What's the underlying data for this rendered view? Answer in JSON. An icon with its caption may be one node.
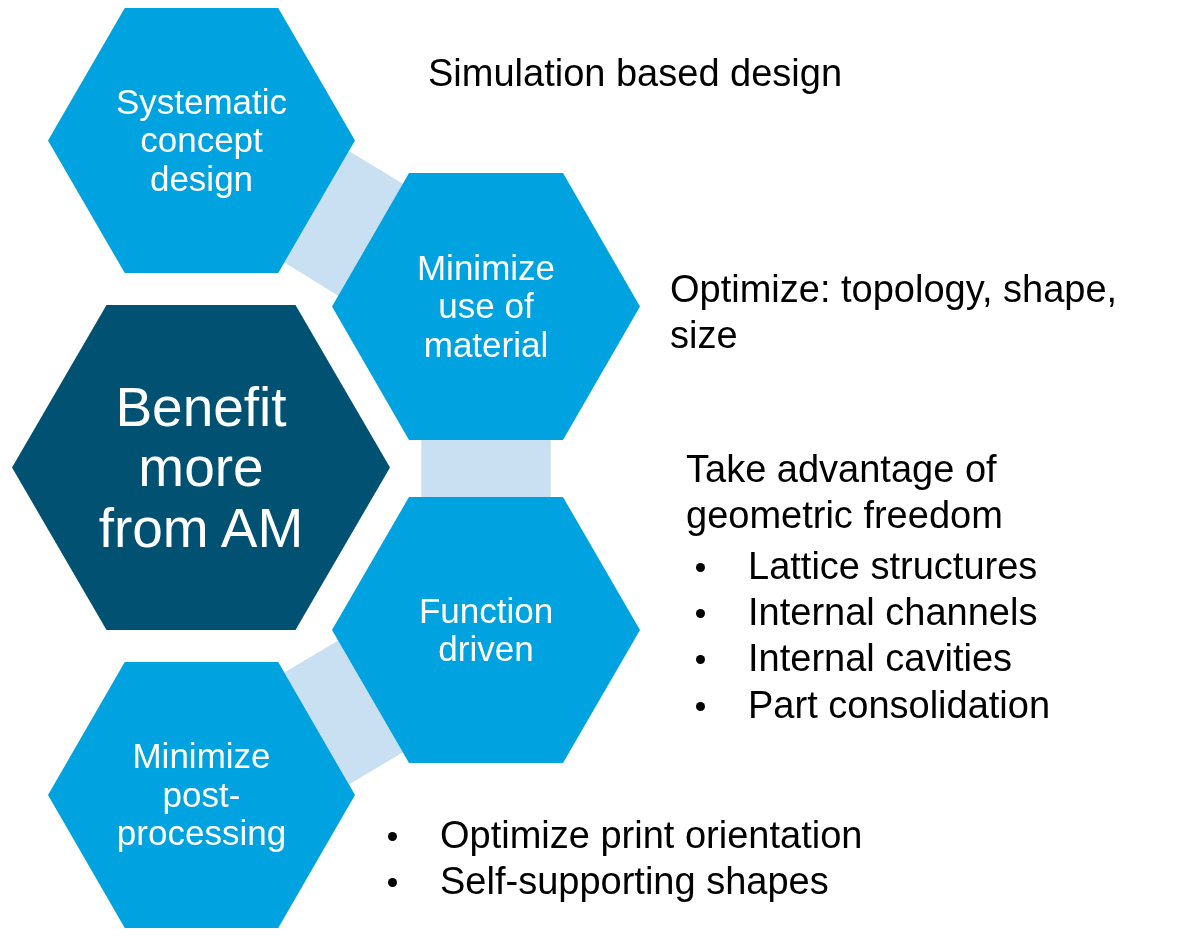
{
  "diagram": {
    "nodes": [
      {
        "text": [
          "Systematic concept design"
        ],
        "beside": [
          "Simulation based design"
        ]
      },
      {
        "text": [
          "Minimize use of material"
        ],
        "beside": [
          "Optimize: topology, shape, size"
        ]
      },
      {
        "text": [
          "Benefit more from AM"
        ]
      },
      {
        "text": [
          "Function driven"
        ],
        "beside": [
          "Take advantage of geometric freedom",
          "Lattice structures",
          "Internal channels",
          "Internal cavities",
          "Part consolidation"
        ]
      },
      {
        "text": [
          "Minimize post-processing"
        ],
        "beside": [
          "Optimize print orientation",
          "Self-supporting shapes"
        ]
      }
    ],
    "edges": [
      {
        "from": 0,
        "to": 1,
        "arrow": "none"
      },
      {
        "from": 1,
        "to": 3,
        "arrow": "none"
      },
      {
        "from": 3,
        "to": 4,
        "arrow": "none"
      }
    ]
  }
}
